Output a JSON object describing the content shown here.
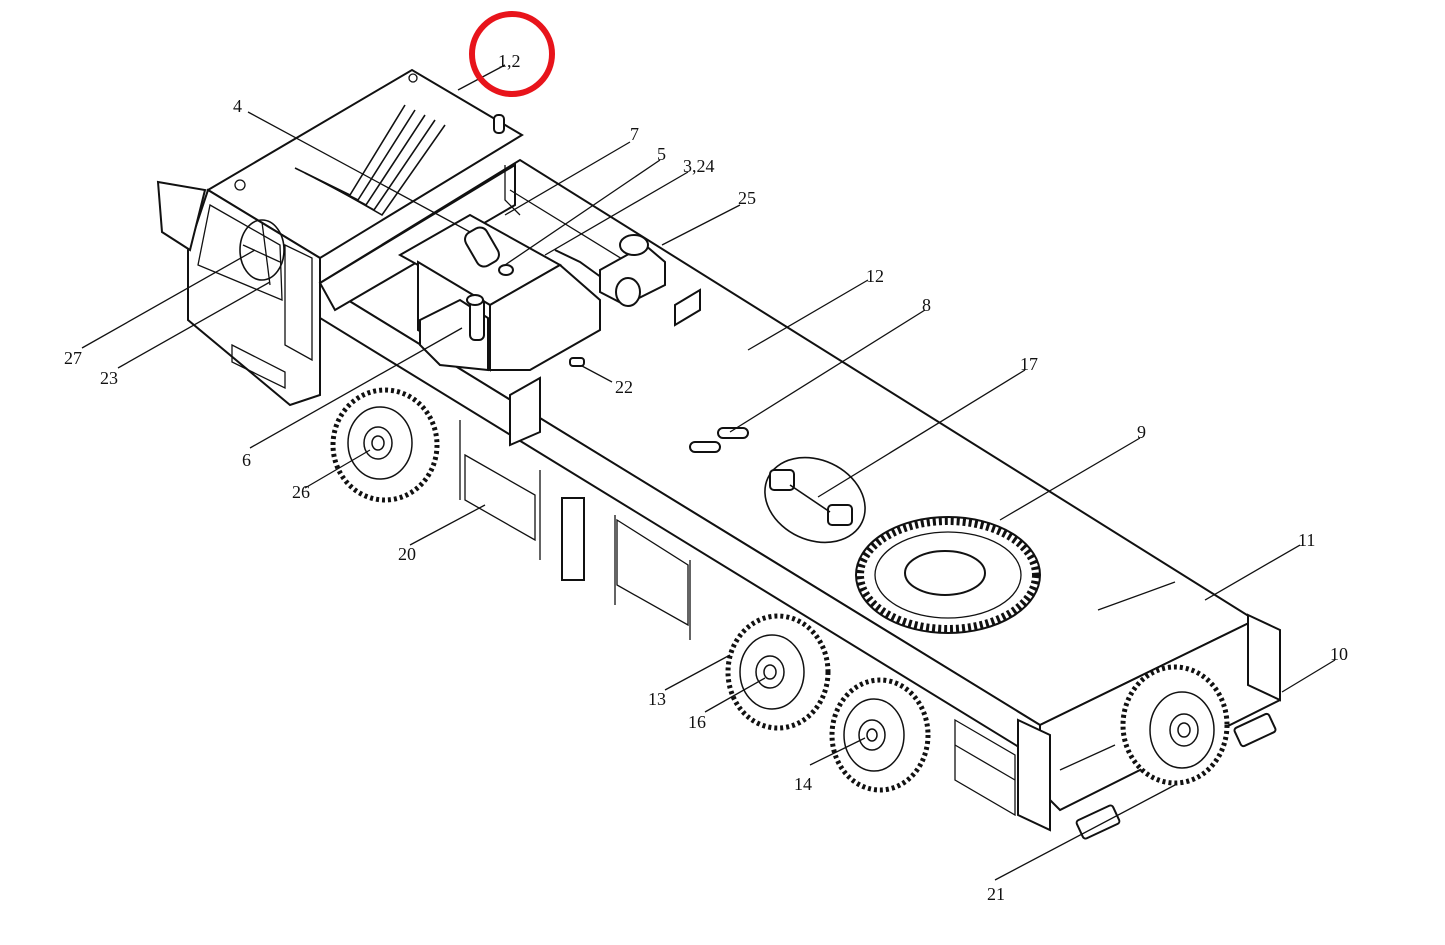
{
  "diagram": {
    "highlight_color": "#e8141b",
    "line_color": "#111111",
    "background": "#ffffff",
    "callouts": [
      {
        "id": "c12",
        "label": "1,2",
        "highlighted": true
      },
      {
        "id": "c4",
        "label": "4"
      },
      {
        "id": "c7",
        "label": "7"
      },
      {
        "id": "c5",
        "label": "5"
      },
      {
        "id": "c324",
        "label": "3,24"
      },
      {
        "id": "c25",
        "label": "25"
      },
      {
        "id": "c12b",
        "label": "12"
      },
      {
        "id": "c8",
        "label": "8"
      },
      {
        "id": "c17",
        "label": "17"
      },
      {
        "id": "c9",
        "label": "9"
      },
      {
        "id": "c11",
        "label": "11"
      },
      {
        "id": "c10",
        "label": "10"
      },
      {
        "id": "c27",
        "label": "27"
      },
      {
        "id": "c23",
        "label": "23"
      },
      {
        "id": "c22",
        "label": "22"
      },
      {
        "id": "c6",
        "label": "6"
      },
      {
        "id": "c26",
        "label": "26"
      },
      {
        "id": "c20",
        "label": "20"
      },
      {
        "id": "c13",
        "label": "13"
      },
      {
        "id": "c16",
        "label": "16"
      },
      {
        "id": "c14",
        "label": "14"
      },
      {
        "id": "c21",
        "label": "21"
      }
    ]
  }
}
